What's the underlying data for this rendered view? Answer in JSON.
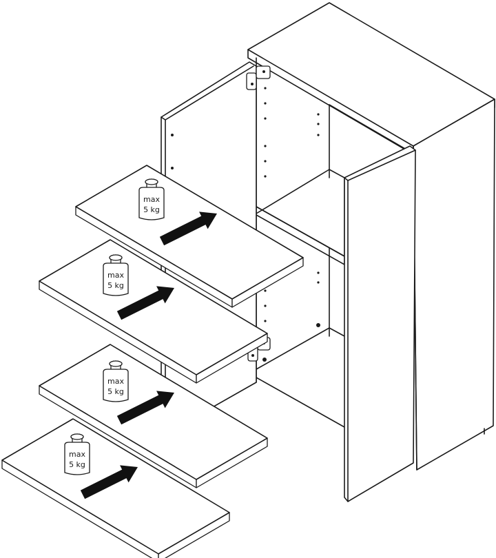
{
  "weight_label": {
    "line1": "max",
    "line2": "5 kg"
  },
  "shelf_count": 4
}
